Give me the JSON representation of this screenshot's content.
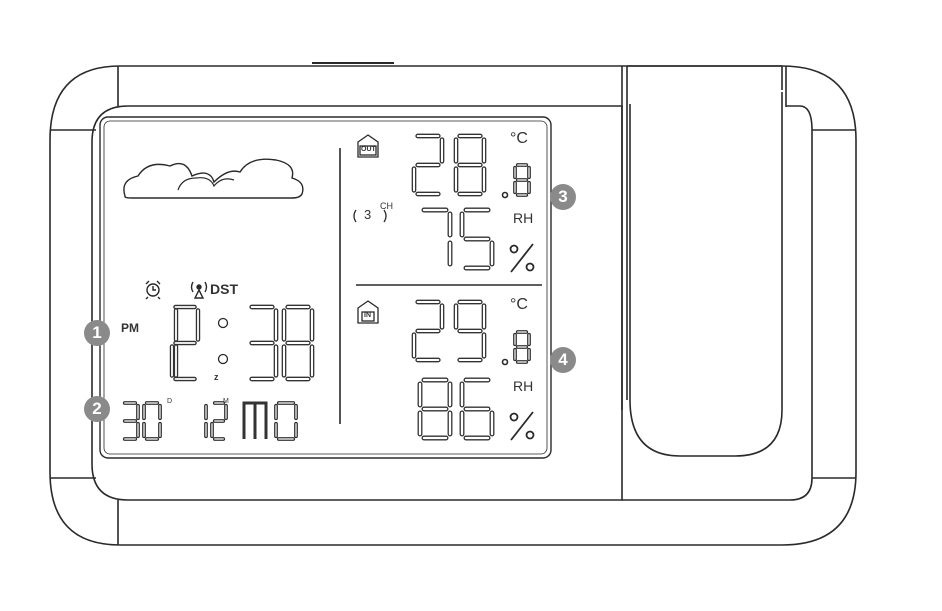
{
  "display": {
    "pm": "PM",
    "dst": "DST",
    "zz": "z",
    "time": "12:38",
    "day": "30",
    "month": "12",
    "weekday": "MO",
    "day_mark": "D",
    "month_mark": "M",
    "outdoor_label": "OUT",
    "indoor_label": "IN",
    "channel_label": "CH",
    "channel_value": "3",
    "outdoor_temp": "28.8",
    "outdoor_humidity": "75",
    "indoor_temp": "29.8",
    "indoor_humidity": "86",
    "temp_unit": "°C",
    "humidity_unit": "RH",
    "percent": "%"
  },
  "callouts": [
    "1",
    "2",
    "3",
    "4"
  ],
  "icons": [
    "cloud-icon",
    "alarm-clock-icon",
    "radio-signal-icon",
    "house-out-icon",
    "house-in-icon",
    "projector-lens"
  ]
}
